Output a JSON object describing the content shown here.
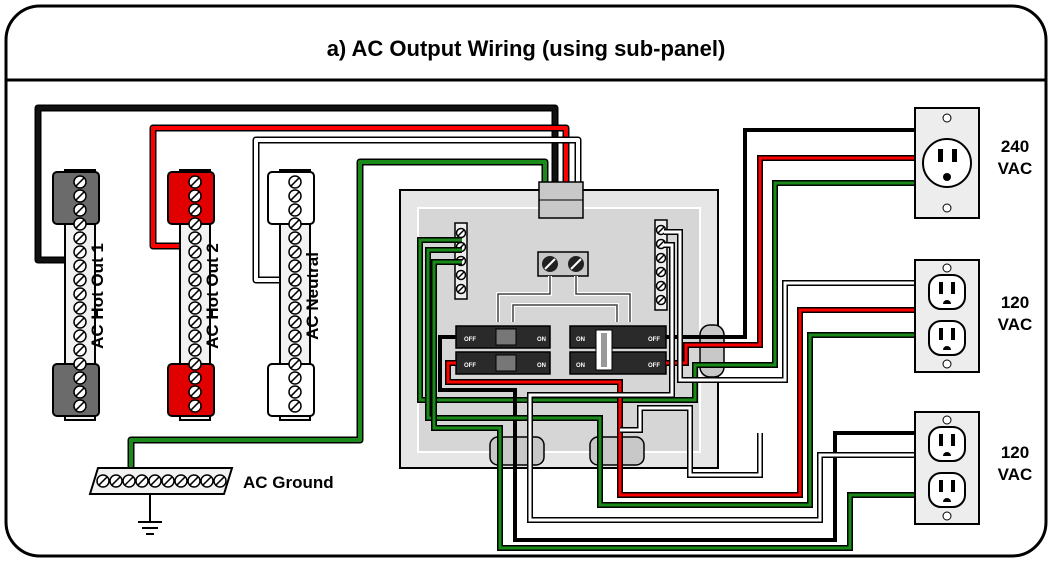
{
  "title": "a) AC Output Wiring (using sub-panel)",
  "bus_bars": {
    "hot1": "AC Hot Out 1",
    "hot2": "AC Hot Out 2",
    "neutral": "AC Neutral",
    "ground": "AC Ground"
  },
  "receptacles": [
    {
      "line1": "240",
      "line2": "VAC"
    },
    {
      "line1": "120",
      "line2": "VAC"
    },
    {
      "line1": "120",
      "line2": "VAC"
    }
  ],
  "breaker_marks": {
    "on": "ON",
    "off": "OFF"
  },
  "colors": {
    "hot1_wire": "#111111",
    "hot2_wire": "#ff0000",
    "neutral_wire": "#ffffff",
    "ground_wire": "#1a8a1a",
    "hot1_bar": "#6b6b6b",
    "hot2_bar": "#e00000",
    "panel_fill": "#e6e6e6",
    "panel_inner": "#d6d6d6"
  }
}
